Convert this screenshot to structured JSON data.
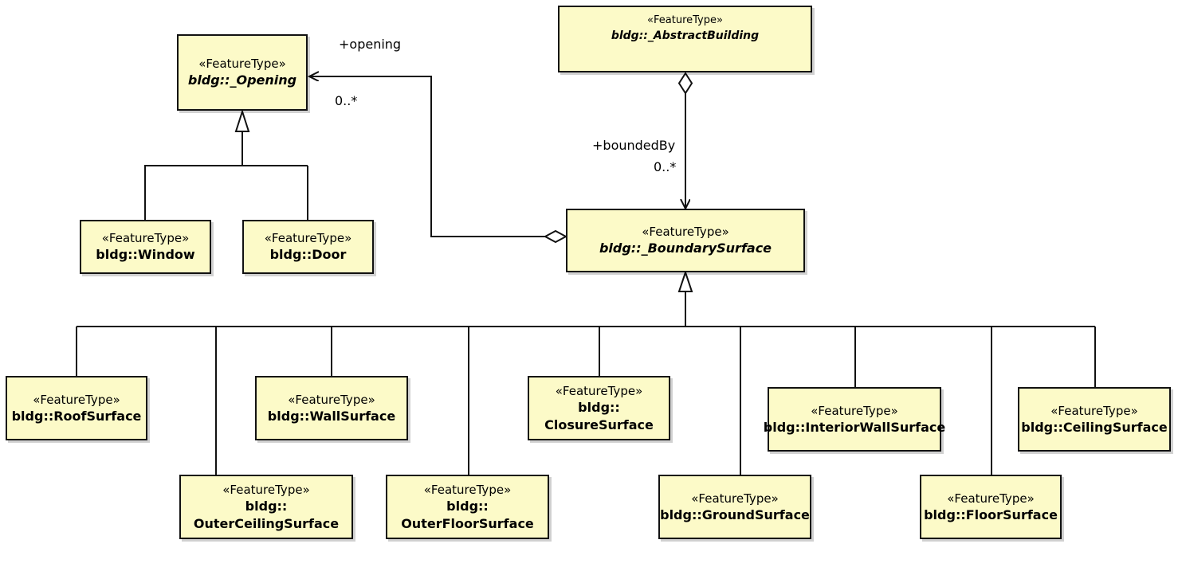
{
  "classes": {
    "opening": {
      "stereotype": "«FeatureType»",
      "name": "bldg::_Opening"
    },
    "abstract_building": {
      "stereotype": "«FeatureType»",
      "name": "bldg::_AbstractBuilding"
    },
    "boundary_surface": {
      "stereotype": "«FeatureType»",
      "name": "bldg::_BoundarySurface"
    },
    "window": {
      "stereotype": "«FeatureType»",
      "name": "bldg::Window"
    },
    "door": {
      "stereotype": "«FeatureType»",
      "name": "bldg::Door"
    },
    "roof_surface": {
      "stereotype": "«FeatureType»",
      "name": "bldg::RoofSurface"
    },
    "wall_surface": {
      "stereotype": "«FeatureType»",
      "name": "bldg::WallSurface"
    },
    "closure_surface": {
      "stereotype": "«FeatureType»",
      "name_line1": "bldg::",
      "name_line2": "ClosureSurface"
    },
    "interior_wall_surface": {
      "stereotype": "«FeatureType»",
      "name": "bldg::InteriorWallSurface"
    },
    "ceiling_surface": {
      "stereotype": "«FeatureType»",
      "name": "bldg::CeilingSurface"
    },
    "outer_ceiling_surface": {
      "stereotype": "«FeatureType»",
      "name_line1": "bldg::",
      "name_line2": "OuterCeilingSurface"
    },
    "outer_floor_surface": {
      "stereotype": "«FeatureType»",
      "name_line1": "bldg::",
      "name_line2": "OuterFloorSurface"
    },
    "ground_surface": {
      "stereotype": "«FeatureType»",
      "name": "bldg::GroundSurface"
    },
    "floor_surface": {
      "stereotype": "«FeatureType»",
      "name": "bldg::FloorSurface"
    }
  },
  "associations": {
    "opening": {
      "role": "+opening",
      "multiplicity": "0..*"
    },
    "bounded_by": {
      "role": "+boundedBy",
      "multiplicity": "0..*"
    }
  },
  "colors": {
    "class_fill": "#fcfac8",
    "line": "#111111"
  }
}
